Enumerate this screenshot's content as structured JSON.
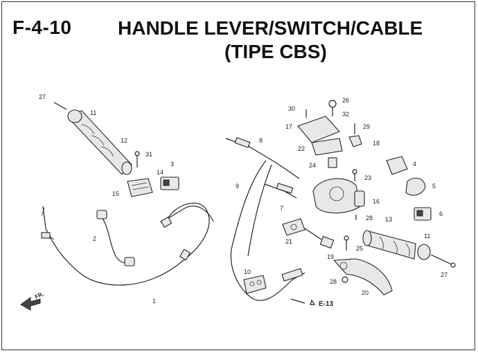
{
  "header": {
    "code": "F-4-10",
    "title_line1": "HANDLE LEVER/SWITCH/CABLE",
    "title_line2": "(TIPE CBS)"
  },
  "labels": {
    "p27a": "27",
    "p11a": "11",
    "p12": "12",
    "p31": "31",
    "p3": "3",
    "p14": "14",
    "p15": "15",
    "p2": "2",
    "p1": "1",
    "p8": "8",
    "p9": "9",
    "p7": "7",
    "p10": "10",
    "p30": "30",
    "p26": "26",
    "p32": "32",
    "p17": "17",
    "p29": "29",
    "p18": "18",
    "p22": "22",
    "p24": "24",
    "p23": "23",
    "p4": "4",
    "p5": "5",
    "p16": "16",
    "p6": "6",
    "p28a": "28",
    "p13": "13",
    "p11b": "11",
    "p21": "21",
    "p19": "19",
    "p25": "25",
    "p27b": "27",
    "p28b": "28",
    "p20": "20",
    "e13": "E-13",
    "front": "FR."
  }
}
